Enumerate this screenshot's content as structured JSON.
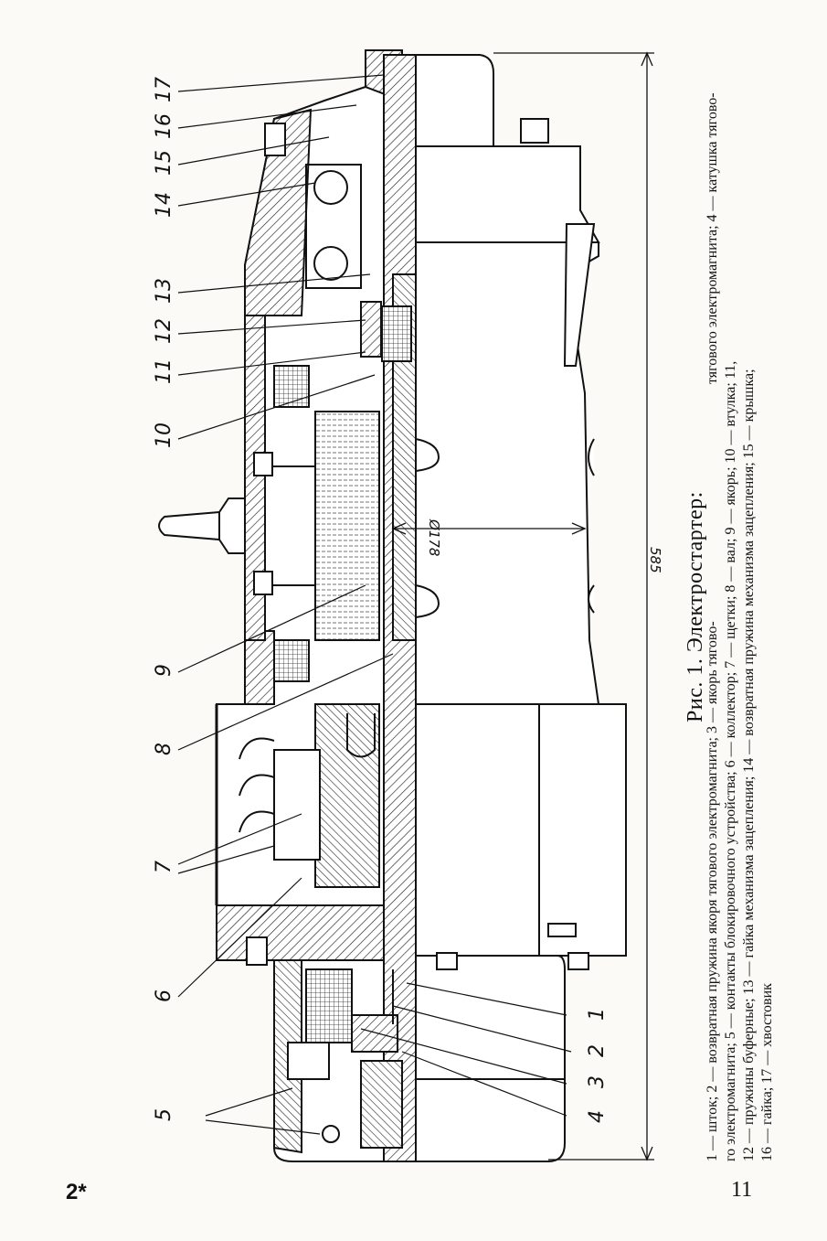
{
  "figure": {
    "title": "Рис. 1. Электростартер:",
    "caption_lines": [
      "1 — шток;  2 — возвратная пружина якоря тягового электромагнита;  3 — якорь тягово-",
      "го электромагнита;  5 — контакты блокировочного устройства;  6 — коллектор;  7 — щетки;  8 — вал;  9 — якорь;  10 — втулка;  11,",
      "12 — пружины буферные;  13 — гайка механизма зацепления;  14 — возвратная пружина механизма зацепления;  15 — крышка;",
      "16 — гайка;  17 — хвостовик"
    ],
    "caption_lines_prefix_1": "тягового электромагнита;  4 — катушка тягово-",
    "labels": [
      "1",
      "2",
      "3",
      "4",
      "5",
      "6",
      "7",
      "8",
      "9",
      "10",
      "11",
      "12",
      "13",
      "14",
      "15",
      "16",
      "17"
    ],
    "dimensions": {
      "length": "585",
      "diameter": "Ø178"
    }
  },
  "page": {
    "signature": "2*",
    "number": "11"
  }
}
